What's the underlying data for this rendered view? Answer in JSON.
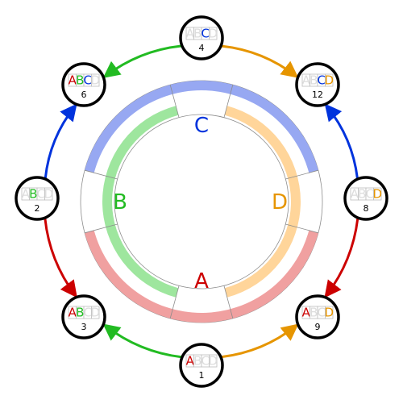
{
  "colors": {
    "A": "#cc0000",
    "B": "#22bb22",
    "C": "#0033dd",
    "D": "#e69500",
    "inactive": "#dddddd",
    "band_A": "#f0a0a0",
    "band_B": "#9ee69e",
    "band_C": "#97a8f2",
    "band_D": "#ffd59a"
  },
  "letters": [
    "A",
    "B",
    "C",
    "D"
  ],
  "regions": [
    {
      "id": "A",
      "label": "A"
    },
    {
      "id": "B",
      "label": "B"
    },
    {
      "id": "C",
      "label": "C"
    },
    {
      "id": "D",
      "label": "D"
    }
  ],
  "nodes": [
    {
      "id": "n1",
      "value": "1",
      "set": [
        "A"
      ]
    },
    {
      "id": "n3",
      "value": "3",
      "set": [
        "A",
        "B"
      ]
    },
    {
      "id": "n2",
      "value": "2",
      "set": [
        "B"
      ]
    },
    {
      "id": "n6",
      "value": "6",
      "set": [
        "A",
        "B",
        "C"
      ]
    },
    {
      "id": "n4",
      "value": "4",
      "set": [
        "C"
      ]
    },
    {
      "id": "n12",
      "value": "12",
      "set": [
        "C",
        "D"
      ]
    },
    {
      "id": "n8",
      "value": "8",
      "set": [
        "D"
      ]
    },
    {
      "id": "n9",
      "value": "9",
      "set": [
        "A",
        "D"
      ]
    }
  ],
  "edges": [
    {
      "from": "n1",
      "to": "n3",
      "color": "B"
    },
    {
      "from": "n1",
      "to": "n9",
      "color": "D"
    },
    {
      "from": "n2",
      "to": "n3",
      "color": "A"
    },
    {
      "from": "n2",
      "to": "n6",
      "color": "C"
    },
    {
      "from": "n4",
      "to": "n6",
      "color": "B"
    },
    {
      "from": "n4",
      "to": "n12",
      "color": "D"
    },
    {
      "from": "n8",
      "to": "n12",
      "color": "C"
    },
    {
      "from": "n8",
      "to": "n9",
      "color": "A"
    }
  ]
}
